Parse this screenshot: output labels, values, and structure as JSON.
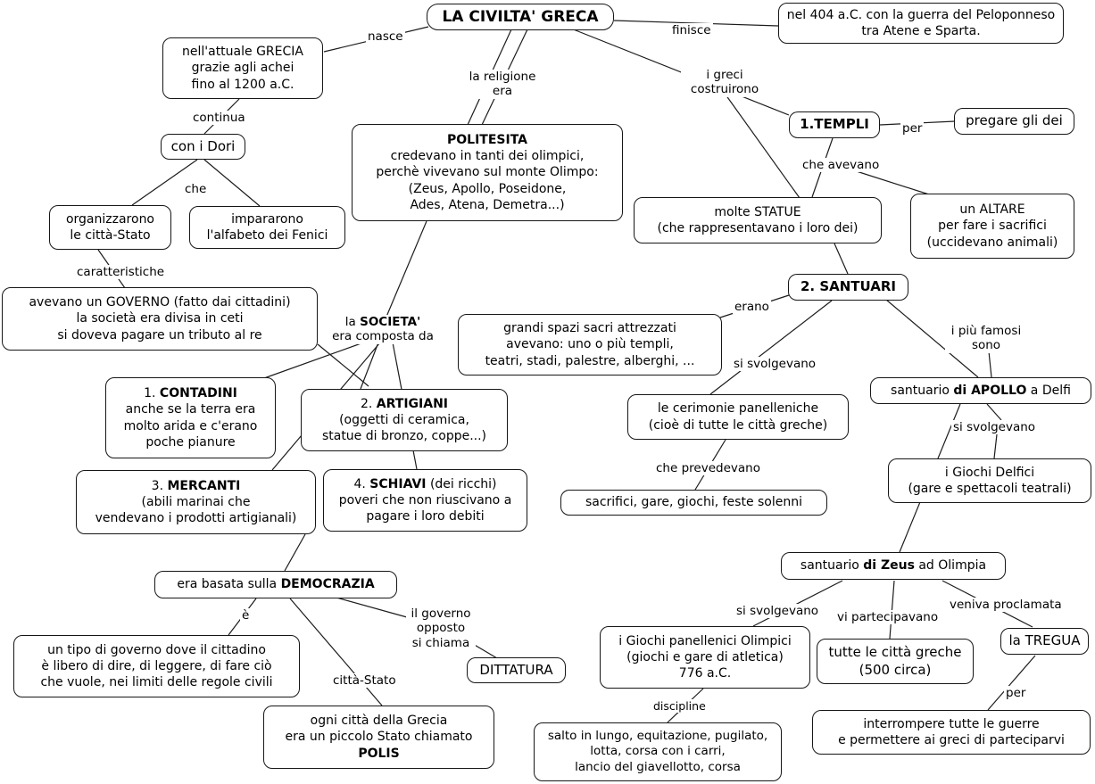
{
  "canvas": {
    "background": "#ffffff",
    "line_color": "#1c1c1c",
    "box_border_color": "#161616",
    "box_fill": "#ffffff",
    "text_color": "#000000"
  },
  "nodes": {
    "title": {
      "text": "LA CIVILTA' GRECA"
    },
    "peloponneso": {
      "l1": "nel 404 a.C. con la guerra del Peloponneso",
      "l2": "tra Atene e Sparta."
    },
    "grecia": {
      "l1": "nell'attuale GRECIA",
      "l2": "grazie agli achei",
      "l3": "fino al 1200 a.C."
    },
    "dori": {
      "text": "con i Dori"
    },
    "organizzarono": {
      "l1": "organizzarono",
      "l2": "le città-Stato"
    },
    "impararono": {
      "l1": "impararono",
      "l2": "l'alfabeto dei Fenici"
    },
    "politesita": {
      "title": "POLITESITA",
      "l2": "credevano in tanti dei olimpici,",
      "l3": "perchè vivevano sul monte Olimpo:",
      "l4": "(Zeus, Apollo, Poseidone,",
      "l5": "Ades, Atena, Demetra...)"
    },
    "templi": {
      "text": "1.TEMPLI"
    },
    "pregare": {
      "text": "pregare gli dei"
    },
    "statue": {
      "l1": "molte STATUE",
      "l2": "(che rappresentavano i loro dei)"
    },
    "altare": {
      "l1": "un ALTARE",
      "l2": "per fare i sacrifici",
      "l3": "(uccidevano animali)"
    },
    "santuari": {
      "text": "2. SANTUARI"
    },
    "governo": {
      "l1": "avevano un GOVERNO (fatto dai cittadini)",
      "l2": "la società era divisa in ceti",
      "l3": "si doveva pagare un tributo al re"
    },
    "spazi": {
      "l1": "grandi spazi sacri attrezzati",
      "l2": "avevano: uno o più templi,",
      "l3": "teatri, stadi, palestre, alberghi, ..."
    },
    "contadini": {
      "num": "1. ",
      "name": "CONTADINI",
      "l2": "anche se la terra era",
      "l3": "molto arida e c'erano",
      "l4": "poche pianure"
    },
    "artigiani": {
      "num": "2. ",
      "name": "ARTIGIANI",
      "l2": "(oggetti di ceramica,",
      "l3": "statue di bronzo, coppe...)"
    },
    "cerimonie": {
      "l1": "le cerimonie panelleniche",
      "l2": "(cioè di tutte le città greche)"
    },
    "apollo": {
      "pre": "santuario ",
      "bold": "di APOLLO",
      "post": " a Delfi"
    },
    "mercanti": {
      "num": "3. ",
      "name": "MERCANTI",
      "l2": "(abili marinai che",
      "l3": "vendevano i prodotti artigianali)"
    },
    "schiavi": {
      "num": "4. ",
      "name": "SCHIAVI",
      "post": " (dei ricchi)",
      "l2": "poveri che non riuscivano a",
      "l3": "pagare i loro debiti"
    },
    "sacrifici": {
      "text": "sacrifici, gare, giochi, feste solenni"
    },
    "delfici": {
      "l1": "i Giochi Delfici",
      "l2": "(gare e spettacoli teatrali)"
    },
    "zeus": {
      "pre": "santuario ",
      "bold": "di Zeus",
      "post": " ad Olimpia"
    },
    "democrazia": {
      "pre": "era basata sulla ",
      "bold": "DEMOCRAZIA"
    },
    "tipo_governo": {
      "l1": "un tipo di governo dove il cittadino",
      "l2": "è libero di dire, di leggere, di fare ciò",
      "l3": "che vuole, nei limiti delle regole civili"
    },
    "dittatura": {
      "text": "DITTATURA"
    },
    "olimpici": {
      "l1": "i Giochi panellenici Olimpici",
      "l2": "(giochi e gare di atletica)",
      "l3": "776 a.C."
    },
    "tutte_citta": {
      "l1": "tutte le città greche",
      "l2": "(500 circa)"
    },
    "tregua": {
      "text": "la TREGUA"
    },
    "polis": {
      "l1": "ogni città della Grecia",
      "l2": "era un piccolo Stato chiamato",
      "bold": "POLIS"
    },
    "salto": {
      "l1": "salto in lungo, equitazione, pugilato,",
      "l2": "lotta, corsa con i carri,",
      "l3": "lancio del giavellotto, corsa"
    },
    "interrompere": {
      "l1": "interrompere tutte le guerre",
      "l2": "e permettere ai greci di parteciparvi"
    }
  },
  "labels": {
    "nasce": {
      "text": "nasce"
    },
    "finisce": {
      "text": "finisce"
    },
    "religione": {
      "l1": "la religione",
      "l2": "era"
    },
    "greci_costruirono": {
      "l1": "i greci",
      "l2": "costruirono"
    },
    "continua": {
      "text": "continua"
    },
    "che": {
      "text": "che"
    },
    "per_templi": {
      "text": "per"
    },
    "che_avevano": {
      "text": "che avevano"
    },
    "caratteristiche": {
      "text": "caratteristiche"
    },
    "erano": {
      "text": "erano"
    },
    "societa": {
      "pre": "la ",
      "bold": "SOCIETA'",
      "l2": "era composta da"
    },
    "si_svolgevano_cerimonie": {
      "text": "si svolgevano"
    },
    "piu_famosi": {
      "l1": "i più famosi",
      "l2": "sono"
    },
    "si_svolgevano_delfici": {
      "text": "si svolgevano"
    },
    "che_prevedevano": {
      "text": "che prevedevano"
    },
    "e": {
      "text": "è"
    },
    "governo_opposto": {
      "l1": "il governo",
      "l2": "opposto",
      "l3": "si chiama"
    },
    "citta_stato": {
      "text": "città-Stato"
    },
    "si_svolgevano_olimpici": {
      "text": "si svolgevano"
    },
    "vi_partecipavano": {
      "text": "vi partecipavano"
    },
    "veniva_proclamata": {
      "text": "veniva proclamata"
    },
    "discipline": {
      "text": "discipline"
    },
    "per_tregua": {
      "text": "per"
    }
  }
}
